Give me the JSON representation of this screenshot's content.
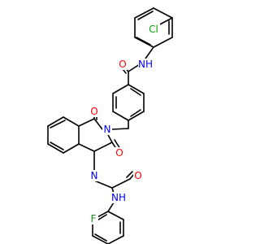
{
  "molecule": {
    "atom_labels": {
      "chlorine": "Cl",
      "amide_nh_top": "NH",
      "amide_o_top": "O",
      "quinazoline_o4": "O",
      "quinazoline_n3": "N",
      "quinazoline_o2": "O",
      "quinazoline_n1": "N",
      "acetamide_o": "O",
      "acetamide_nh": "NH",
      "fluorine": "F"
    },
    "colors": {
      "bond": "#000000",
      "carbon": "#000000",
      "nitrogen": "#0000ff",
      "oxygen": "#ff0000",
      "chlorine": "#00a000",
      "fluorine": "#1a8a1a"
    }
  }
}
